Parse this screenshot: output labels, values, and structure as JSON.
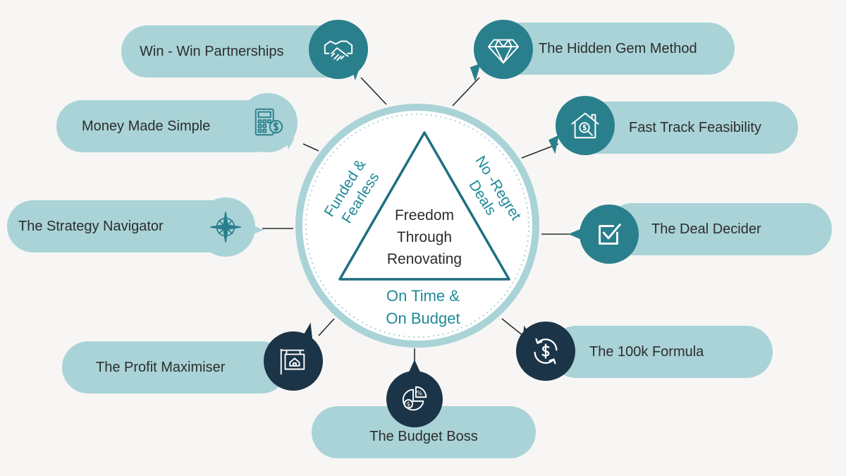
{
  "colors": {
    "pill": "#a9d3d7",
    "teal": "#2a7f8c",
    "navy": "#1c3447",
    "ring": "#a9d3d7",
    "accent_text": "#1f8a99"
  },
  "center": {
    "title_lines": [
      "Freedom",
      "Through",
      "Renovating"
    ],
    "left_arc": [
      "Funded &",
      "Fearless"
    ],
    "right_arc": [
      "No -Regret",
      "Deals"
    ],
    "bottom_lines": [
      "On Time &",
      "On Budget"
    ]
  },
  "nodes": [
    {
      "id": "win-win",
      "label": "Win - Win Partnerships",
      "icon": "handshake-icon",
      "tone": "teal"
    },
    {
      "id": "hidden-gem",
      "label": "The Hidden Gem Method",
      "icon": "diamond-icon",
      "tone": "teal"
    },
    {
      "id": "money-simple",
      "label": "Money Made Simple",
      "icon": "calculator-icon",
      "tone": "pill"
    },
    {
      "id": "fast-track",
      "label": "Fast Track Feasibility",
      "icon": "house-search-icon",
      "tone": "teal"
    },
    {
      "id": "strategy-nav",
      "label": "The Strategy Navigator",
      "icon": "compass-icon",
      "tone": "pill"
    },
    {
      "id": "deal-decider",
      "label": "The Deal Decider",
      "icon": "checkbox-icon",
      "tone": "teal"
    },
    {
      "id": "profit-max",
      "label": "The  Profit Maximiser",
      "icon": "sale-sign-icon",
      "tone": "navy"
    },
    {
      "id": "100k",
      "label": "The 100k Formula",
      "icon": "dollar-cycle-icon",
      "tone": "navy"
    },
    {
      "id": "budget-boss",
      "label": "The Budget Boss",
      "icon": "pie-chart-icon",
      "tone": "navy"
    }
  ]
}
